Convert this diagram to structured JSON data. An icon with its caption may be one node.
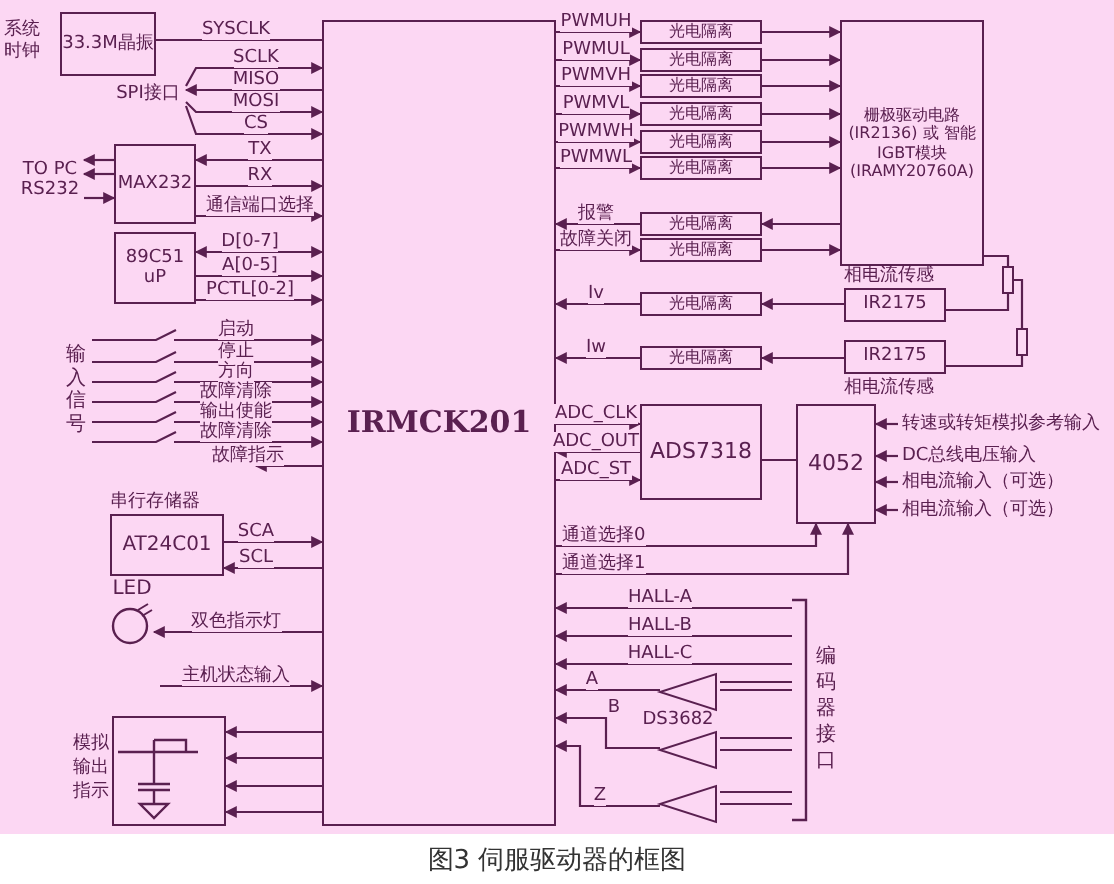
{
  "diagram": {
    "caption": "图3 伺服驱动器的框图",
    "nodes": [
      {
        "text": [
          "33.3M晶振"
        ],
        "beside": [
          "系统时钟"
        ]
      },
      {
        "text": [
          "IRMCK201"
        ]
      },
      {
        "text": [
          "SPI接口"
        ]
      },
      {
        "text": [
          "MAX232"
        ]
      },
      {
        "text": [
          "TO PC RS232"
        ]
      },
      {
        "text": [
          "89C51 uP"
        ]
      },
      {
        "text": [
          "输入信号"
        ]
      },
      {
        "text": [
          "AT24C01"
        ],
        "beside": [
          "串行存储器"
        ]
      },
      {
        "text": [
          "LED"
        ]
      },
      {
        "text": [
          "模拟输出指示"
        ]
      },
      {
        "text": [
          "栅极驱动电路 (IR2136) 或 智能IGBT模块 (IRAMY20760A)"
        ]
      },
      {
        "text": [
          "光电隔离"
        ]
      },
      {
        "text": [
          "光电隔离"
        ]
      },
      {
        "text": [
          "光电隔离"
        ]
      },
      {
        "text": [
          "光电隔离"
        ]
      },
      {
        "text": [
          "光电隔离"
        ]
      },
      {
        "text": [
          "光电隔离"
        ]
      },
      {
        "text": [
          "光电隔离"
        ]
      },
      {
        "text": [
          "光电隔离"
        ]
      },
      {
        "text": [
          "光电隔离"
        ]
      },
      {
        "text": [
          "IR2175"
        ],
        "beside": [
          "相电流传感"
        ]
      },
      {
        "text": [
          "光电隔离"
        ]
      },
      {
        "text": [
          "IR2175"
        ],
        "beside": [
          "相电流传感"
        ]
      },
      {
        "text": [],
        "shape": "resistor"
      },
      {
        "text": [],
        "shape": "resistor"
      },
      {
        "text": [
          "ADS7318"
        ]
      },
      {
        "text": [
          "4052"
        ]
      },
      {
        "text": [
          "编码器接口"
        ]
      },
      {
        "text": [
          "DS3682"
        ]
      }
    ],
    "edges": [
      {
        "from": 0,
        "to": 1,
        "label": "SYSCLK",
        "arrow": "none"
      },
      {
        "from": 2,
        "to": 1,
        "label": "SCLK",
        "arrow": "to"
      },
      {
        "from": 1,
        "to": 2,
        "label": "MISO",
        "arrow": "to"
      },
      {
        "from": 2,
        "to": 1,
        "label": "MOSI",
        "arrow": "to"
      },
      {
        "from": 2,
        "to": 1,
        "label": "CS",
        "arrow": "to"
      },
      {
        "from": 1,
        "to": 3,
        "label": "TX",
        "arrow": "to"
      },
      {
        "from": 3,
        "to": 1,
        "label": "RX",
        "arrow": "to"
      },
      {
        "from": 3,
        "to": 4,
        "arrow": "to"
      },
      {
        "from": 3,
        "to": 4,
        "arrow": "to"
      },
      {
        "from": 4,
        "to": 3,
        "arrow": "to"
      },
      {
        "from": 3,
        "to": 1,
        "label": "通信端口选择",
        "arrow": "to"
      },
      {
        "from": 5,
        "to": 1,
        "label": "D[0-7]",
        "arrow": "both"
      },
      {
        "from": 5,
        "to": 1,
        "label": "A[0-5]",
        "arrow": "to"
      },
      {
        "from": 5,
        "to": 1,
        "label": "PCTL[0-2]",
        "arrow": "to"
      },
      {
        "from": 6,
        "to": 1,
        "label": "启动",
        "arrow": "to"
      },
      {
        "from": 6,
        "to": 1,
        "label": "停止",
        "arrow": "to"
      },
      {
        "from": 6,
        "to": 1,
        "label": "方向",
        "arrow": "to"
      },
      {
        "from": 6,
        "to": 1,
        "label": "故障清除",
        "arrow": "to"
      },
      {
        "from": 6,
        "to": 1,
        "label": "输出使能",
        "arrow": "to"
      },
      {
        "from": 6,
        "to": 1,
        "label": "故障清除",
        "arrow": "to"
      },
      {
        "from": 1,
        "to": null,
        "label": "故障指示",
        "arrow": "to"
      },
      {
        "from": 7,
        "to": 1,
        "label": "SCA",
        "arrow": "to"
      },
      {
        "from": 1,
        "to": 7,
        "label": "SCL",
        "arrow": "to"
      },
      {
        "from": 1,
        "to": 8,
        "label": "双色指示灯",
        "arrow": "to"
      },
      {
        "from": null,
        "to": 1,
        "label": "主机状态输入",
        "arrow": "to"
      },
      {
        "from": 1,
        "to": 9,
        "arrow": "to"
      },
      {
        "from": 1,
        "to": 9,
        "arrow": "to"
      },
      {
        "from": 1,
        "to": 9,
        "arrow": "to"
      },
      {
        "from": 1,
        "to": 9,
        "arrow": "to"
      },
      {
        "from": 1,
        "to": 11,
        "label": "PWMUH",
        "arrow": "to"
      },
      {
        "from": 1,
        "to": 12,
        "label": "PWMUL",
        "arrow": "to"
      },
      {
        "from": 1,
        "to": 13,
        "label": "PWMVH",
        "arrow": "to"
      },
      {
        "from": 1,
        "to": 14,
        "label": "PWMVL",
        "arrow": "to"
      },
      {
        "from": 1,
        "to": 15,
        "label": "PWMWH",
        "arrow": "to"
      },
      {
        "from": 1,
        "to": 16,
        "label": "PWMWL",
        "arrow": "to"
      },
      {
        "from": 11,
        "to": 10,
        "arrow": "to"
      },
      {
        "from": 12,
        "to": 10,
        "arrow": "to"
      },
      {
        "from": 13,
        "to": 10,
        "arrow": "to"
      },
      {
        "from": 14,
        "to": 10,
        "arrow": "to"
      },
      {
        "from": 15,
        "to": 10,
        "arrow": "to"
      },
      {
        "from": 16,
        "to": 10,
        "arrow": "to"
      },
      {
        "from": 10,
        "to": 17,
        "arrow": "to"
      },
      {
        "from": 17,
        "to": 1,
        "label": "报警",
        "arrow": "to"
      },
      {
        "from": 1,
        "to": 18,
        "label": "故障关闭",
        "arrow": "to"
      },
      {
        "from": 18,
        "to": 10,
        "arrow": "to"
      },
      {
        "from": 20,
        "to": 19,
        "arrow": "to"
      },
      {
        "from": 19,
        "to": 1,
        "label": "Iv",
        "arrow": "to"
      },
      {
        "from": 22,
        "to": 21,
        "arrow": "to"
      },
      {
        "from": 21,
        "to": 1,
        "label": "Iw",
        "arrow": "to"
      },
      {
        "from": 10,
        "to": 23,
        "arrow": "none"
      },
      {
        "from": 23,
        "to": 20,
        "arrow": "none"
      },
      {
        "from": 23,
        "to": 24,
        "arrow": "none"
      },
      {
        "from": 24,
        "to": 22,
        "arrow": "none"
      },
      {
        "from": 1,
        "to": 25,
        "label": "ADC_CLK",
        "arrow": "to"
      },
      {
        "from": 25,
        "to": 1,
        "label": "ADC_OUT",
        "arrow": "to"
      },
      {
        "from": 1,
        "to": 25,
        "label": "ADC_ST",
        "arrow": "to"
      },
      {
        "from": 26,
        "to": 25,
        "arrow": "none"
      },
      {
        "from": null,
        "to": 26,
        "label": "转速或转矩模拟参考输入",
        "arrow": "to"
      },
      {
        "from": null,
        "to": 26,
        "label": "DC总线电压输入",
        "arrow": "to"
      },
      {
        "from": null,
        "to": 26,
        "label": "相电流输入（可选）",
        "arrow": "to"
      },
      {
        "from": null,
        "to": 26,
        "label": "相电流输入（可选）",
        "arrow": "to"
      },
      {
        "from": 1,
        "to": 26,
        "label": "通道选择0",
        "arrow": "to"
      },
      {
        "from": 1,
        "to": 26,
        "label": "通道选择1",
        "arrow": "to"
      },
      {
        "from": 27,
        "to": 1,
        "label": "HALL-A",
        "arrow": "to"
      },
      {
        "from": 27,
        "to": 1,
        "label": "HALL-B",
        "arrow": "to"
      },
      {
        "from": 27,
        "to": 1,
        "label": "HALL-C",
        "arrow": "to"
      },
      {
        "from": 27,
        "to": 28,
        "arrow": "none"
      },
      {
        "from": 28,
        "to": 1,
        "label": "A",
        "arrow": "to"
      },
      {
        "from": 28,
        "to": 1,
        "label": "B",
        "arrow": "to"
      },
      {
        "from": 28,
        "to": 1,
        "label": "Z",
        "arrow": "to"
      }
    ]
  }
}
